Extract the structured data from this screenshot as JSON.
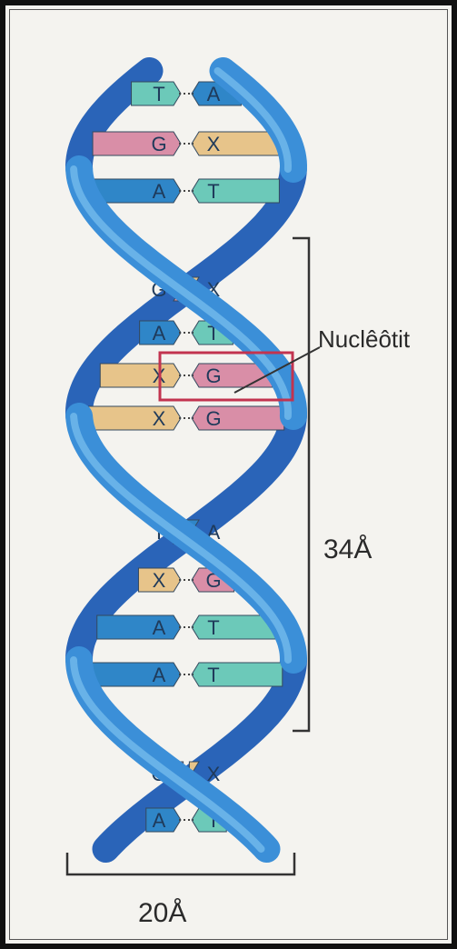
{
  "labels": {
    "nucleotide": "Nuclêôtit",
    "pitch": "34Å",
    "diameter": "20Å"
  },
  "colors": {
    "backbone_front": "#3b8fd8",
    "backbone_back": "#2a64b8",
    "backbone_highlight": "#7cc0f0",
    "A": "#2f86c8",
    "T": "#6cc9b9",
    "G": "#d98ea7",
    "X": "#e7c48a",
    "highlight_box": "#c2334f",
    "background": "#f4f3ef"
  },
  "base_pairs": [
    {
      "left": "T",
      "right": "A"
    },
    {
      "left": "G",
      "right": "X"
    },
    {
      "left": "A",
      "right": "T"
    },
    {
      "left": "G",
      "right": "X"
    },
    {
      "left": "A",
      "right": "T"
    },
    {
      "left": "X",
      "right": "G"
    },
    {
      "left": "X",
      "right": "G"
    },
    {
      "left": "T",
      "right": "A"
    },
    {
      "left": "X",
      "right": "G"
    },
    {
      "left": "A",
      "right": "T"
    },
    {
      "left": "A",
      "right": "T"
    },
    {
      "left": "G",
      "right": "X"
    },
    {
      "left": "A",
      "right": "T"
    }
  ]
}
